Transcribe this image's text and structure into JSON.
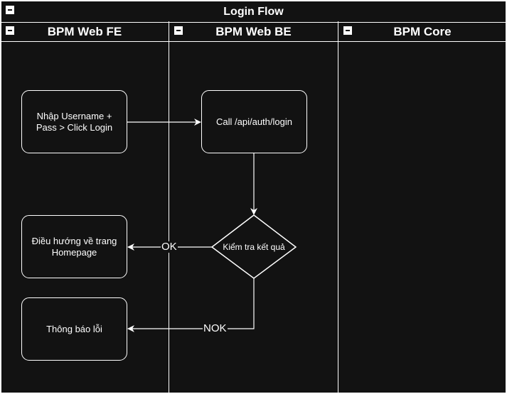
{
  "pool": {
    "title": "Login Flow"
  },
  "lanes": [
    {
      "id": "fe",
      "title": "BPM Web FE"
    },
    {
      "id": "be",
      "title": "BPM Web BE"
    },
    {
      "id": "core",
      "title": "BPM Core"
    }
  ],
  "nodes": {
    "input_login": "Nhập Username +\nPass > Click Login",
    "call_api": "Call /api/auth/login",
    "check_result": "Kiểm tra kết quả",
    "goto_homepage": "Điều hướng về trang\nHomepage",
    "show_error": "Thông báo lỗi"
  },
  "edges": {
    "ok_label": "OK",
    "nok_label": "NOK"
  },
  "colors": {
    "background": "#121212",
    "stroke": "#ffffff",
    "text": "#ffffff"
  },
  "icons": {
    "collapse": "minus-square-icon"
  }
}
